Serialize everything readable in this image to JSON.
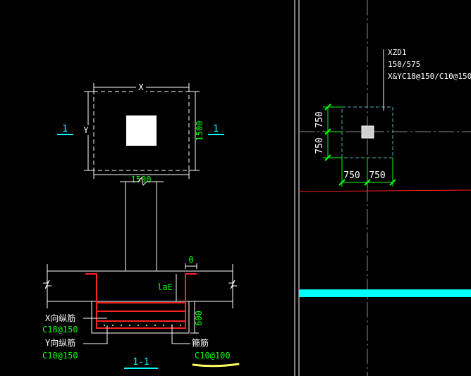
{
  "colors": {
    "background": "#000000",
    "line": "#ffffff",
    "dim": "#00ff00",
    "cyan": "#00ffff",
    "red": "#ff2020",
    "dashed": "#4fb3b3",
    "highlight": "#ffff66"
  },
  "left_panel": {
    "plan": {
      "dim_x_label": "X",
      "dim_y_label": "Y",
      "width_dim": "1500",
      "height_dim": "1500",
      "section_mark_left": "1",
      "section_mark_right": "1"
    },
    "section": {
      "cover_dim": "0",
      "anchor_label": "laE",
      "depth_dim": "600",
      "x_bar_label": "X向纵筋",
      "x_bar_value": "C18@150",
      "y_bar_label": "Y向纵筋",
      "y_bar_value": "C10@150",
      "stirrup_label": "箍筋",
      "stirrup_value": "C10@100",
      "section_title": "1-1"
    }
  },
  "right_panel": {
    "tag_name": "XZD1",
    "tag_size": "150/575",
    "tag_rebar": "X&YC18@150/C10@150",
    "dim_top": "750",
    "dim_bottom": "750",
    "dim_left": "750",
    "dim_right": "750"
  }
}
